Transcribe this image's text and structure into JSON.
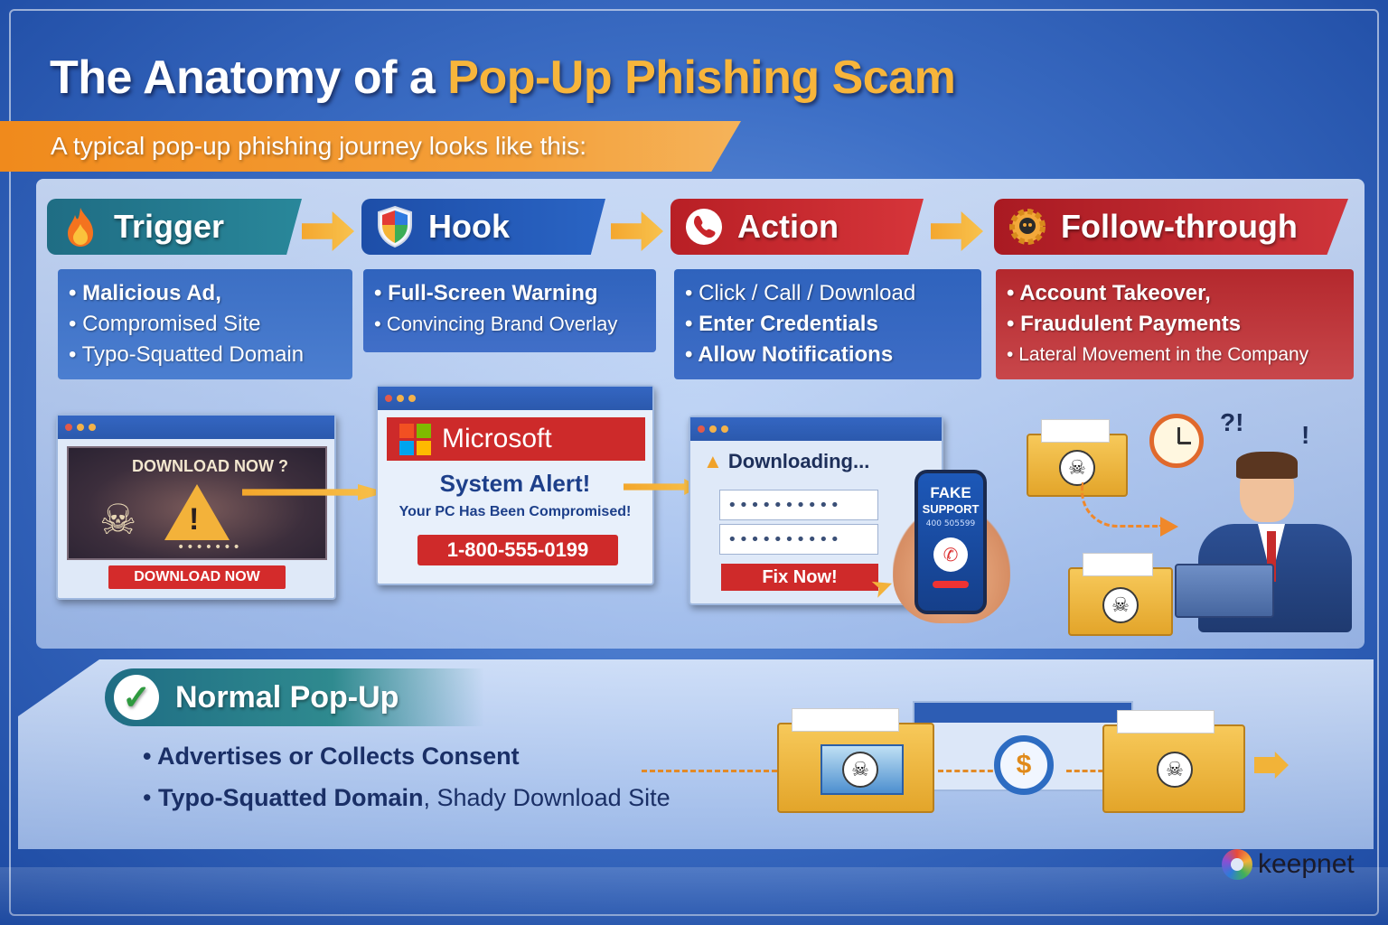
{
  "header": {
    "title_main": "The Anatomy of a ",
    "title_accent": "Pop-Up Phishing Scam",
    "subtitle": "A typical pop-up phishing journey looks like this:"
  },
  "stages": {
    "trigger": {
      "label": "Trigger",
      "icon": "flame-icon",
      "bullets": [
        "Malicious Ad,",
        "Compromised Site",
        "Typo-Squatted Domain"
      ],
      "window": {
        "headline": "DOWNLOAD NOW ?",
        "button": "DOWNLOAD NOW",
        "dots": "•••••••"
      }
    },
    "hook": {
      "label": "Hook",
      "icon": "shield-icon",
      "bullets": [
        "Full-Screen Warning",
        "Convincing Brand Overlay"
      ],
      "window": {
        "brand": "Microsoft",
        "alert": "System Alert!",
        "message": "Your PC Has Been Compromised!",
        "phone": "1-800-555-0199"
      }
    },
    "action": {
      "label": "Action",
      "icon": "phone-icon",
      "bullets": [
        "Click / Call / Download",
        "Enter Credentials",
        "Allow Notifications"
      ],
      "window": {
        "title": "Downloading...",
        "field1": "••••••••••",
        "field2": "••••••••••",
        "button": "Fix Now!"
      },
      "phone": {
        "line1": "FAKE",
        "line2": "SUPPORT",
        "number": "400 505599"
      }
    },
    "follow": {
      "label": "Follow-through",
      "icon": "gear-skull-icon",
      "bullets": [
        "Account Takeover,",
        "Fraudulent Payments",
        "Lateral Movement in the Company"
      ]
    }
  },
  "normal": {
    "label": "Normal Pop-Up",
    "bullet1": "Advertises or Collects Consent",
    "bullet2_bold": "Typo-Squatted Domain",
    "bullet2_rest": ", Shady Download Site"
  },
  "brand_logo": "keepnet",
  "colors": {
    "accent_orange": "#f7b53b",
    "trigger_teal": "#1f6d84",
    "hook_blue": "#1d4ea8",
    "action_red": "#b81f25",
    "follow_red": "#a91a22"
  }
}
